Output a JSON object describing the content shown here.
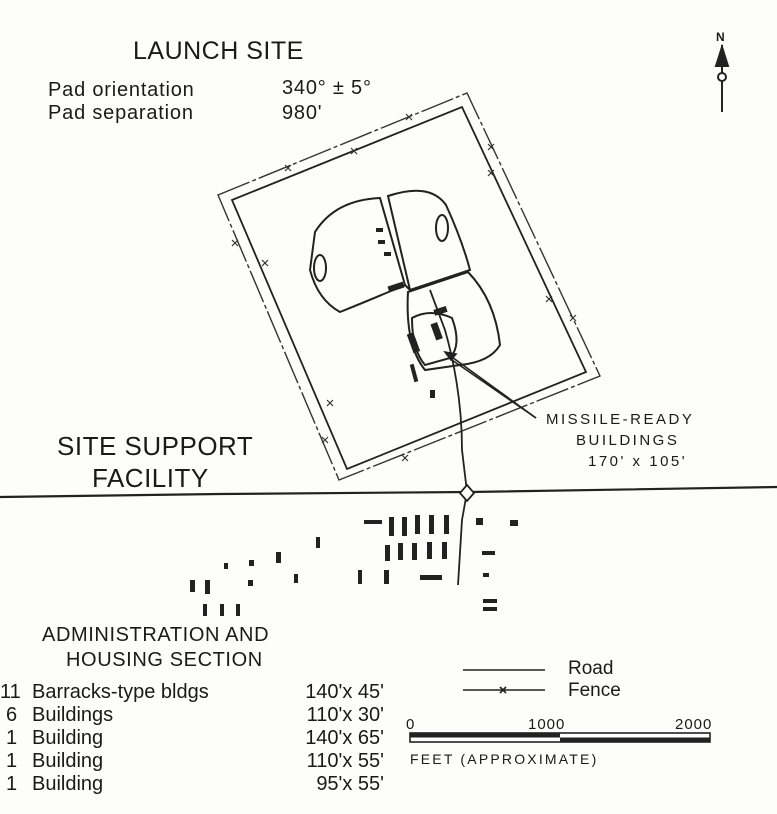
{
  "launch_site": {
    "title": "LAUNCH SITE",
    "specs": [
      {
        "label": "Pad orientation",
        "value": "340° ± 5°"
      },
      {
        "label": "Pad separation",
        "value": "980'"
      }
    ]
  },
  "north": {
    "label": "N"
  },
  "missile_ready": {
    "line1": "MISSILE-READY",
    "line2": "BUILDINGS",
    "line3": "170' x 105'"
  },
  "site_support": {
    "line1": "SITE SUPPORT",
    "line2": "FACILITY"
  },
  "admin": {
    "line1": "ADMINISTRATION AND",
    "line2": "HOUSING SECTION",
    "rows": [
      {
        "count": "11",
        "name": "Barracks-type bldgs",
        "dim": "140'x 45'"
      },
      {
        "count": "6",
        "name": "Buildings",
        "dim": "110'x 30'"
      },
      {
        "count": "1",
        "name": "Building",
        "dim": "140'x 65'"
      },
      {
        "count": "1",
        "name": "Building",
        "dim": "110'x 55'"
      },
      {
        "count": "1",
        "name": "Building",
        "dim": "95'x 55'"
      }
    ]
  },
  "legend": {
    "road": "Road",
    "fence": "Fence"
  },
  "scale": {
    "ticks": [
      "0",
      "1000",
      "2000"
    ],
    "caption": "FEET (APPROXIMATE)"
  }
}
